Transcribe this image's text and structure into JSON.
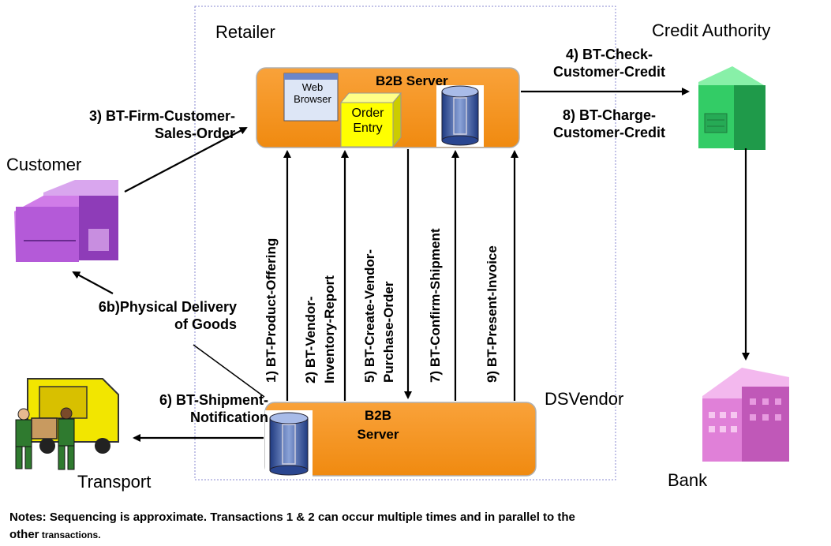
{
  "labels": {
    "retailer": "Retailer",
    "credit_authority": "Credit Authority",
    "customer": "Customer",
    "dsvendor": "DSVendor",
    "bank": "Bank",
    "transport": "Transport",
    "b2b_server_top": "B2B Server",
    "b2b_server_bottom_line1": "B2B",
    "b2b_server_bottom_line2": "Server",
    "web_browser_line1": "Web",
    "web_browser_line2": "Browser",
    "order_entry_line1": "Order",
    "order_entry_line2": "Entry"
  },
  "transactions": {
    "t1": "1) BT-Product-Offering",
    "t2_line1": "2) BT-Vendor-",
    "t2_line2": "Inventory-Report",
    "t3_line1": "3) BT-Firm-Customer-",
    "t3_line2": "Sales-Order",
    "t4_line1": "4) BT-Check-",
    "t4_line2": "Customer-Credit",
    "t5_line1": "5) BT-Create-Vendor-",
    "t5_line2": "Purchase-Order",
    "t6_line1": "6) BT-Shipment-",
    "t6_line2": "Notification",
    "t6b_line1": "6b)Physical Delivery",
    "t6b_line2": "of Goods",
    "t7": "7) BT-Confirm-Shipment",
    "t8_line1": "8) BT-Charge-",
    "t8_line2": "Customer-Credit",
    "t9": "9) BT-Present-Invoice"
  },
  "notes": {
    "main": "Notes: Sequencing is approximate. Transactions 1 & 2 can occur multiple times and in parallel to the",
    "line2_a": "other",
    "line2_b": " transactions."
  },
  "colors": {
    "server_box": "#F7941D",
    "order_entry": "#FFFF00",
    "customer_building": "#B45AD8",
    "credit_building": "#33CC66",
    "bank_building": "#E080D8",
    "database": "#3355AA"
  }
}
